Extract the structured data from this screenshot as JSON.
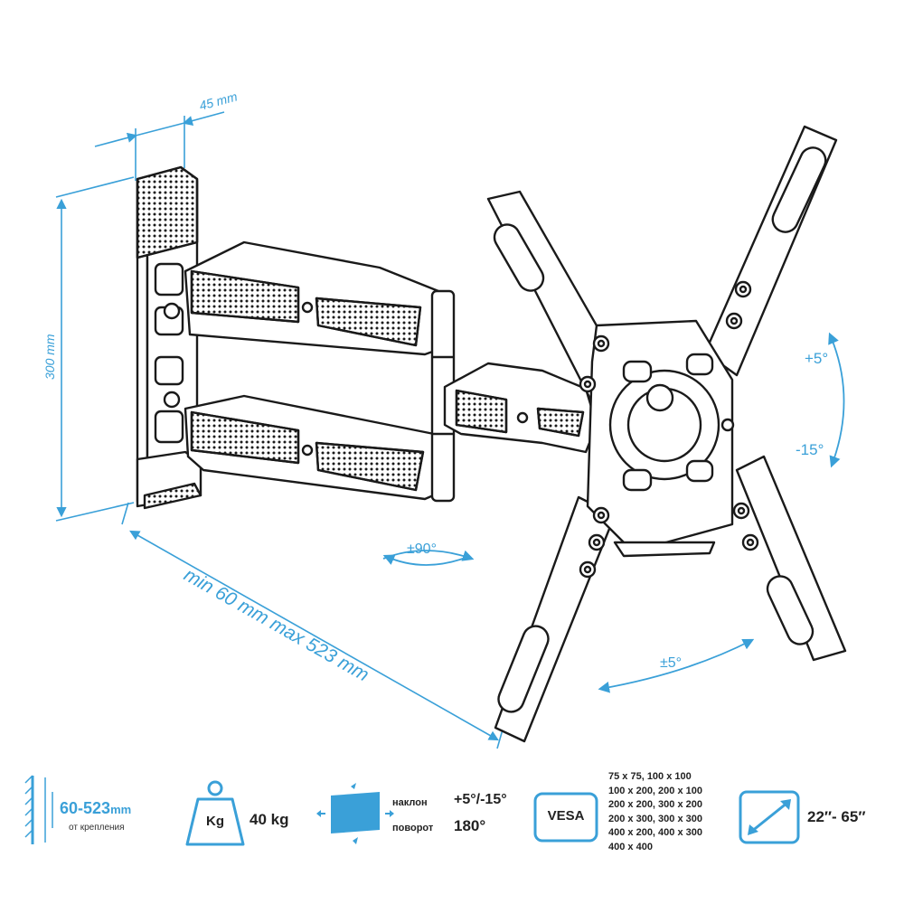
{
  "dimensions": {
    "depth_small": "45 mm",
    "height": "300 mm",
    "extension": "min 60 mm max 523 mm"
  },
  "rotations": {
    "tilt_up": "+5°",
    "tilt_down": "-15°",
    "swivel": "±90°",
    "level": "±5°"
  },
  "specs": {
    "distance_value": "60-523",
    "distance_unit": "mm",
    "distance_caption": "от крепления",
    "weight_badge": "Kg",
    "weight_value": "40 kg",
    "tilt_label": "наклон",
    "tilt_value": "+5°/-15°",
    "swivel_label": "поворот",
    "swivel_value": "180°",
    "vesa_badge": "VESA",
    "vesa_sizes": [
      "75 x 75, 100 x 100",
      "100 x 200, 200 x 100",
      "200 x 200, 300 x 200",
      "200 x 300, 300 x 300",
      "400 x 200, 400 x 300",
      "400 x 400"
    ],
    "screen_size": "22″- 65″"
  },
  "colors": {
    "accent": "#3aa0d8",
    "line": "#1a1a1a"
  },
  "icons": [
    "wall-distance-icon",
    "weight-icon",
    "tilt-swivel-icon",
    "vesa-icon",
    "diagonal-icon"
  ]
}
